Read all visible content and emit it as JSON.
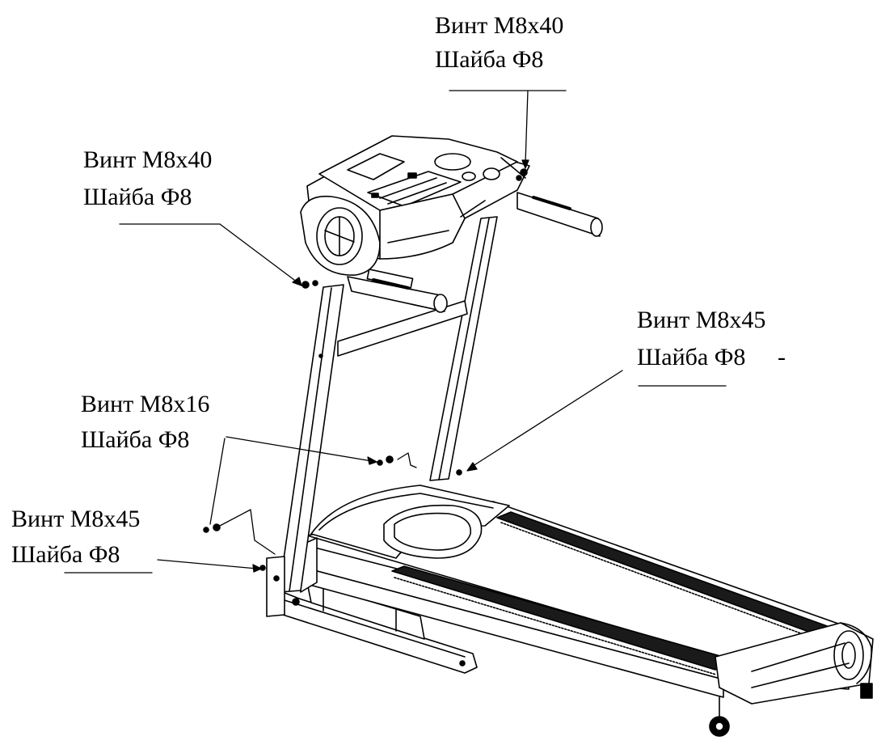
{
  "labels": {
    "top_right": {
      "screw": "Винт М8х40",
      "washer": "Шайба Ф8"
    },
    "upper_left": {
      "screw": "Винт М8х40",
      "washer": "Шайба Ф8"
    },
    "right": {
      "screw": "Винт М8х45",
      "washer": "Шайба Ф8",
      "mark": "-"
    },
    "middle_left": {
      "screw": "Винт М8х16",
      "washer": "Шайба Ф8"
    },
    "lower_left": {
      "screw": "Винт М8х45",
      "washer": "Шайба Ф8"
    }
  },
  "colors": {
    "line": "#000000",
    "fill": "#ffffff",
    "belt": "#1a1a1a"
  }
}
